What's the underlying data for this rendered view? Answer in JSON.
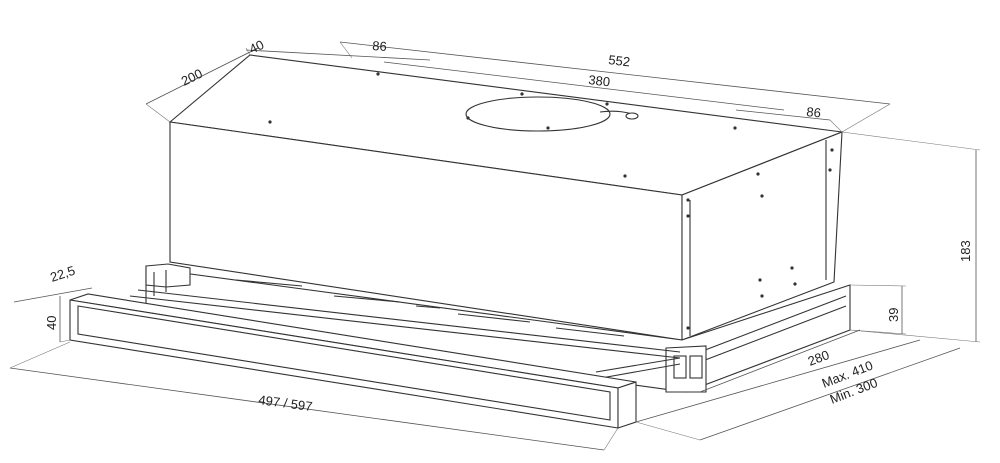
{
  "diagram": {
    "dimensions": {
      "top_width": "552",
      "rear_hole_offset": "86",
      "rear_edge_offset": "40",
      "left_depth": "200",
      "hole_spacing": "380",
      "front_hole_offset": "86",
      "height": "183",
      "front_panel_depth": "22,5",
      "front_panel_height": "40",
      "front_width": "497 / 597",
      "drawer_height": "39",
      "body_depth": "280",
      "extension_max": "Max. 410",
      "extension_min": "Min. 300"
    },
    "colors": {
      "line": "#333333",
      "dimension": "#555555",
      "background": "#ffffff"
    }
  }
}
